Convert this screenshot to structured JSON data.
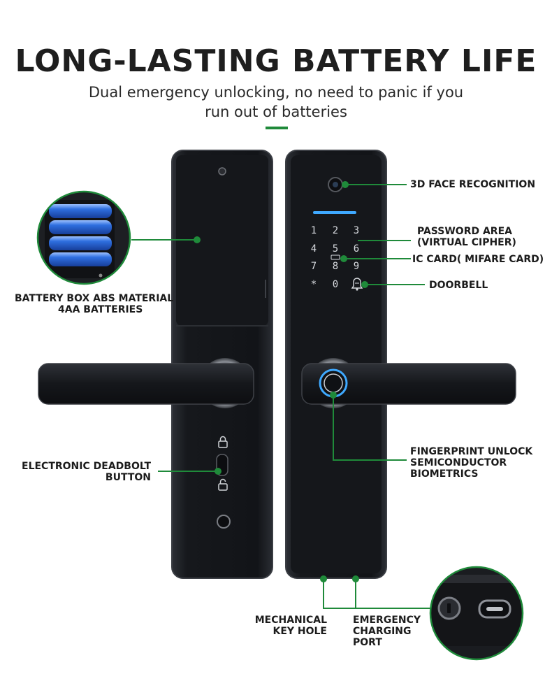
{
  "header": {
    "title": "LONG-LASTING BATTERY LIFE",
    "subtitle_line1": "Dual emergency unlocking, no need to panic if you",
    "subtitle_line2": "run out of batteries"
  },
  "labels": {
    "face": "3D FACE RECOGNITION",
    "password_1": "PASSWORD AREA",
    "password_2": "(VIRTUAL CIPHER)",
    "ic_card": "IC CARD( MIFARE CARD)",
    "doorbell": "DOORBELL",
    "battery_1": "BATTERY BOX ABS MATERIAL",
    "battery_2": "4AA BATTERIES",
    "deadbolt_1": "ELECTRONIC DEADBOLT",
    "deadbolt_2": "BUTTON",
    "fingerprint_1": "FINGERPRINT UNLOCK",
    "fingerprint_2": "SEMICONDUCTOR",
    "fingerprint_3": "BIOMETRICS",
    "keyhole_1": "MECHANICAL",
    "keyhole_2": "KEY HOLE",
    "charging_1": "EMERGENCY",
    "charging_2": "CHARGING",
    "charging_3": "PORT"
  },
  "keypad": [
    "1",
    "2",
    "3",
    "4",
    "5",
    "6",
    "7",
    "8",
    "9",
    "*",
    "0",
    "bell"
  ],
  "colors": {
    "accent_green": "#1f8a3a",
    "lock_body": "#16181c",
    "keypad_glow": "#3fa9ff",
    "battery_blue": "#2f6fe0"
  }
}
